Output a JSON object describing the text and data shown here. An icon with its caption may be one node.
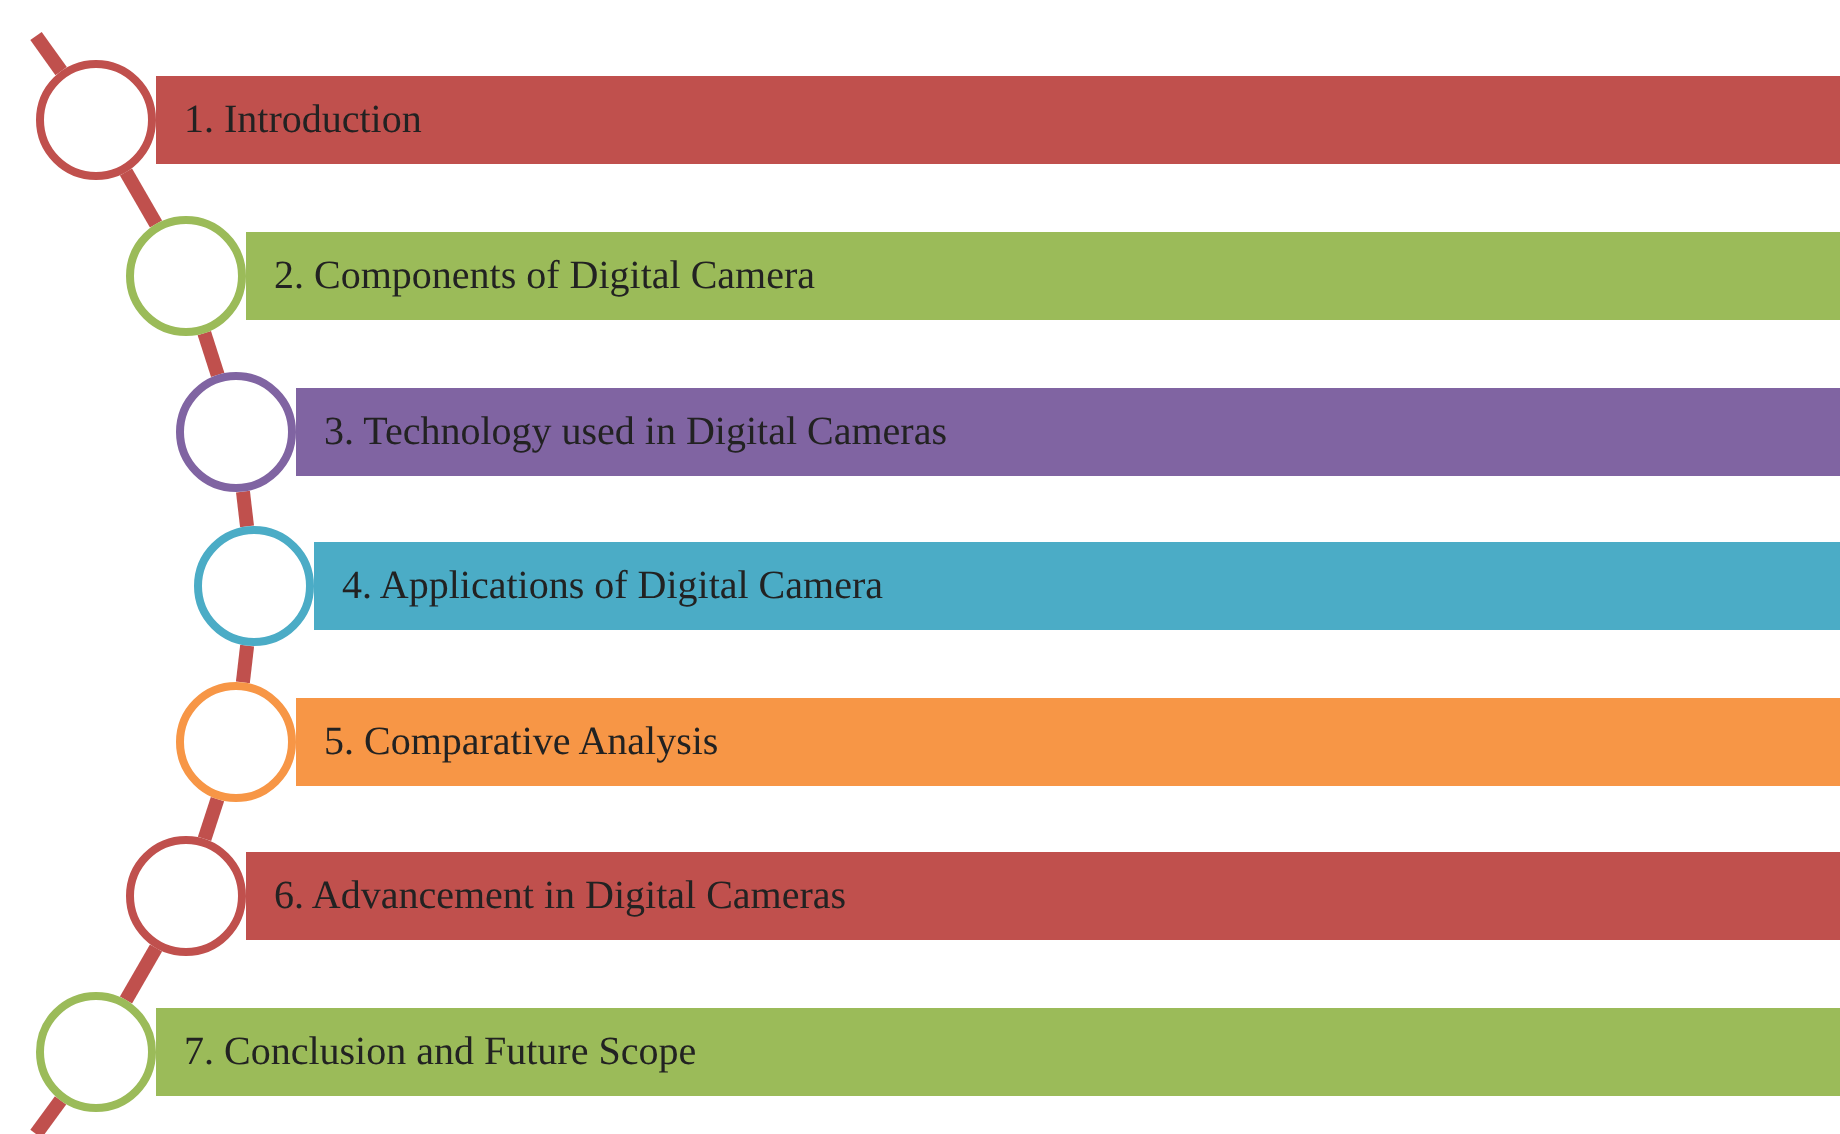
{
  "diagram": {
    "nodes": [
      {
        "text": [
          "1. Introduction"
        ]
      },
      {
        "text": [
          "2. Components of Digital Camera"
        ]
      },
      {
        "text": [
          "3. Technology used in Digital Cameras"
        ]
      },
      {
        "text": [
          "4. Applications of Digital Camera"
        ]
      },
      {
        "text": [
          "5. Comparative Analysis"
        ]
      },
      {
        "text": [
          "6. Advancement in Digital Cameras"
        ]
      },
      {
        "text": [
          "7. Conclusion and Future Scope"
        ]
      },
      {
        "text": [],
        "shape": "circle"
      },
      {
        "text": [],
        "shape": "circle"
      },
      {
        "text": [],
        "shape": "circle"
      },
      {
        "text": [],
        "shape": "circle"
      },
      {
        "text": [],
        "shape": "circle"
      },
      {
        "text": [],
        "shape": "circle"
      },
      {
        "text": [],
        "shape": "circle"
      }
    ],
    "edges": [
      {
        "from": null,
        "to": 7,
        "arrow": "none"
      },
      {
        "from": 7,
        "to": 8,
        "arrow": "none"
      },
      {
        "from": 8,
        "to": 9,
        "arrow": "none"
      },
      {
        "from": 9,
        "to": 10,
        "arrow": "none"
      },
      {
        "from": 10,
        "to": 11,
        "arrow": "none"
      },
      {
        "from": 11,
        "to": 12,
        "arrow": "none"
      },
      {
        "from": 12,
        "to": 13,
        "arrow": "none"
      },
      {
        "from": 13,
        "to": null,
        "arrow": "none"
      }
    ]
  }
}
